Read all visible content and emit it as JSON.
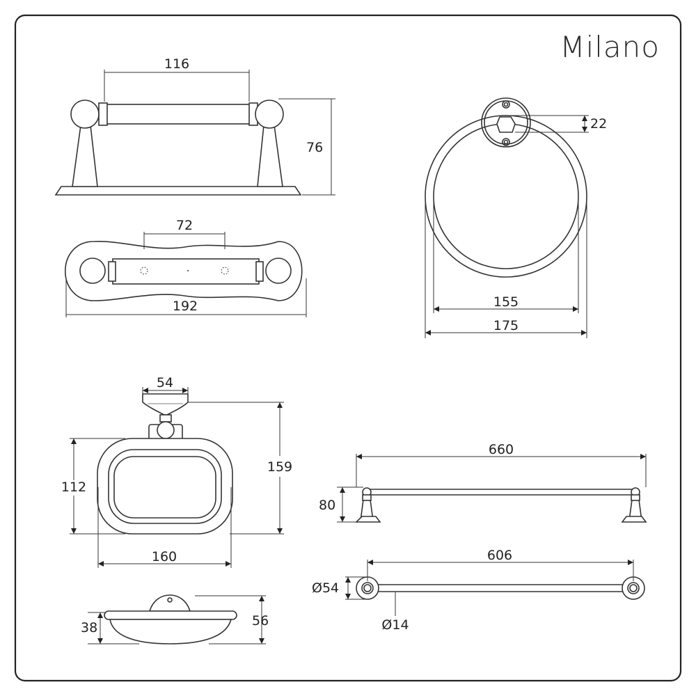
{
  "brand": "Milano",
  "colors": {
    "line": "#333333",
    "frame": "#222222",
    "background": "#ffffff"
  },
  "dimensions": {
    "paper_holder_front": {
      "width": "116",
      "height": "76"
    },
    "paper_holder_top": {
      "hole_spacing": "72",
      "length": "192"
    },
    "towel_ring": {
      "mount_offset": "22",
      "inner_diameter": "155",
      "outer_diameter": "175"
    },
    "soap_dish_front": {
      "mount_width": "54",
      "dish_height": "112",
      "total_height": "159",
      "dish_width": "160"
    },
    "soap_dish_side": {
      "dish_depth": "38",
      "total_depth": "56"
    },
    "towel_bar_front": {
      "overall_length": "660",
      "projection": "80"
    },
    "towel_bar_top": {
      "bar_length": "606",
      "flange_diameter": "Ø54",
      "bar_diameter": "Ø14"
    }
  }
}
